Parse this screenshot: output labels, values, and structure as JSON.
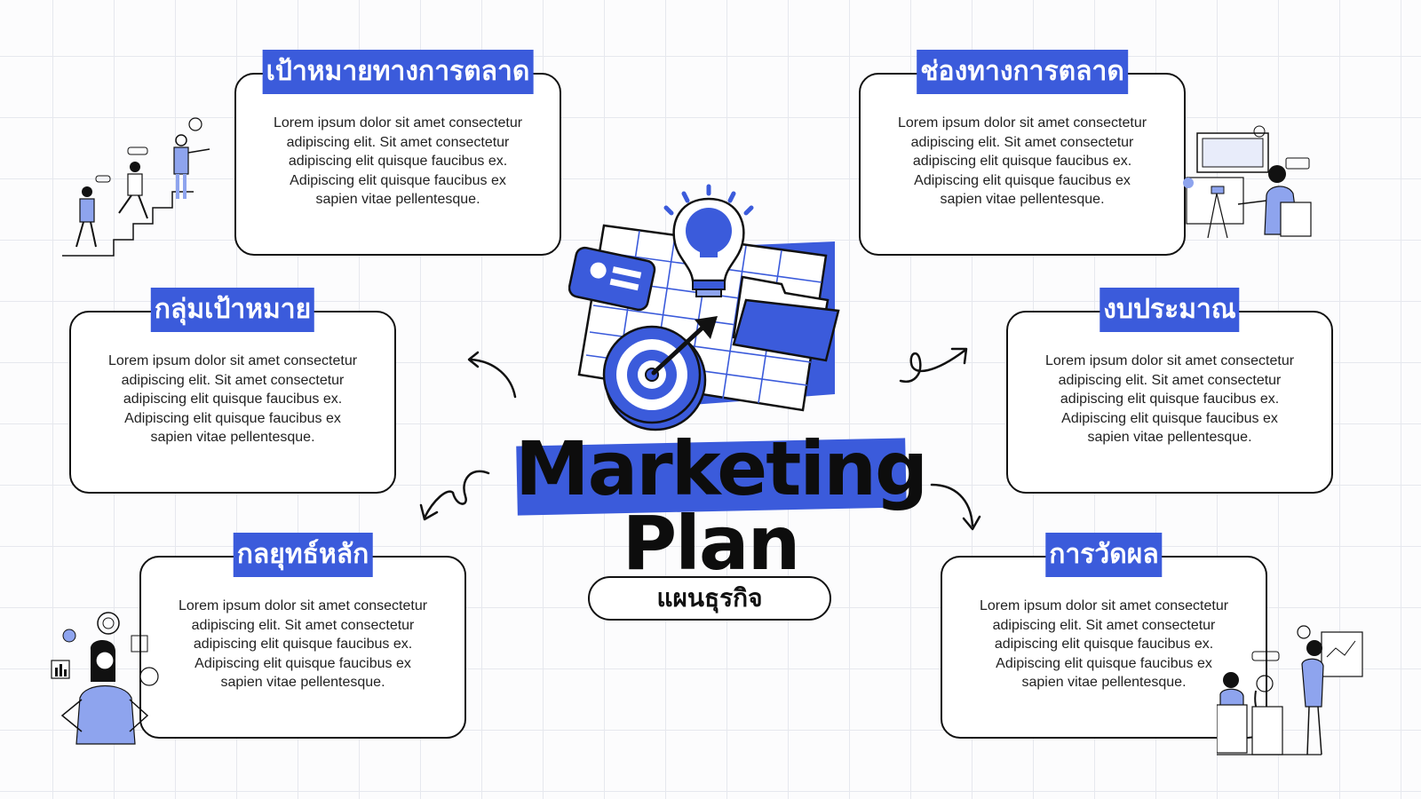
{
  "title": {
    "line1": "Marketing",
    "line2": "Plan",
    "subtitle": "แผนธุรกิจ"
  },
  "body_lines": [
    "Lorem ipsum dolor sit amet consectetur",
    "adipiscing elit. Sit amet consectetur",
    "adipiscing elit quisque faucibus ex.",
    "Adipiscing elit quisque faucibus ex",
    "sapien vitae pellentesque."
  ],
  "cards": [
    {
      "id": "marketing-goals",
      "title": "เป้าหมายทางการตลาด"
    },
    {
      "id": "marketing-channels",
      "title": "ช่องทางการตลาด"
    },
    {
      "id": "target-group",
      "title": "กลุ่มเป้าหมาย"
    },
    {
      "id": "budget",
      "title": "งบประมาณ"
    },
    {
      "id": "main-strategy",
      "title": "กลยุทธ์หลัก"
    },
    {
      "id": "measurement",
      "title": "การวัดผล"
    }
  ],
  "colors": {
    "accent": "#3b5bdb",
    "accent_light": "#8ea4ee",
    "ink": "#111111"
  },
  "icons": {
    "center": [
      "calendar-grid-icon",
      "lightbulb-icon",
      "target-icon",
      "id-card-icon",
      "folder-icon"
    ],
    "people": [
      "people-climbing-stairs-illustration",
      "person-at-computer-illustration",
      "woman-with-icons-illustration",
      "team-meeting-illustration"
    ],
    "arrows": [
      "curved-arrow-icon"
    ]
  }
}
